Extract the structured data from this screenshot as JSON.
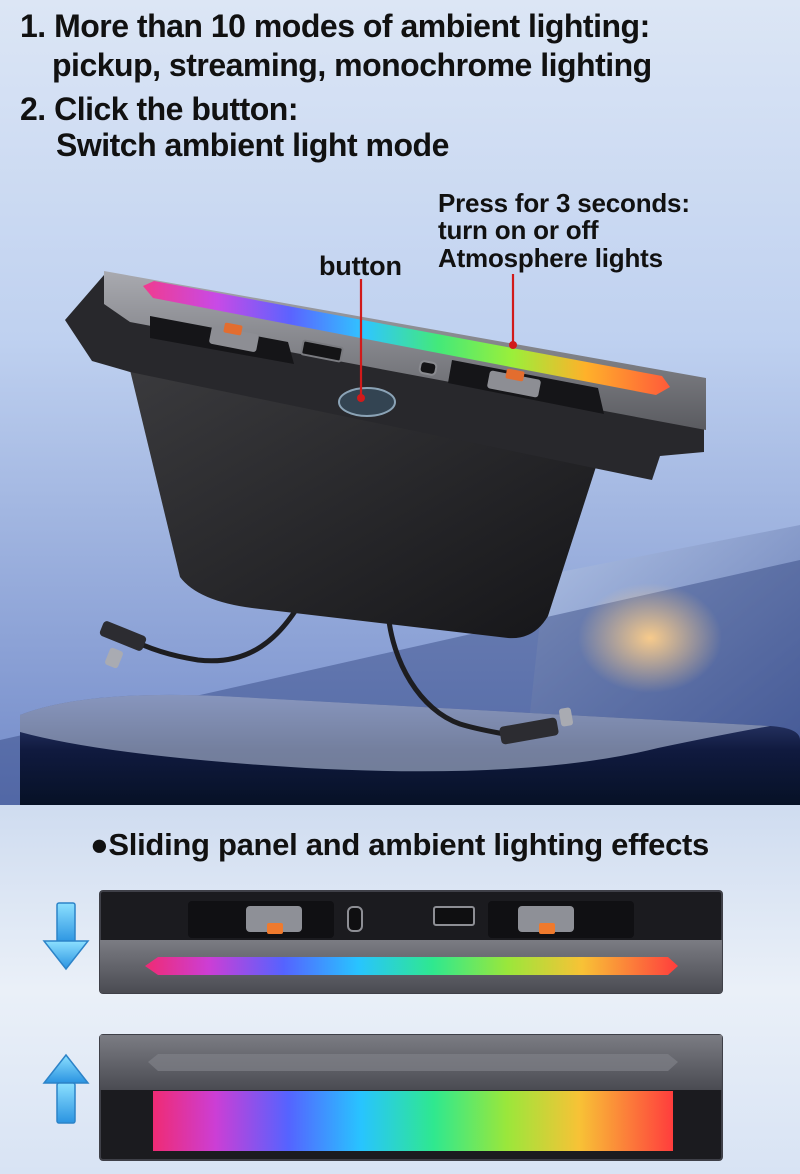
{
  "intro": {
    "line_1": "1. More than 10 modes of ambient lighting:",
    "line_1_cont": "pickup, streaming, monochrome lighting",
    "line_2": "2. Click the button:",
    "line_2_cont": "Switch ambient light mode"
  },
  "callouts": {
    "button_label": "button",
    "press_line_1": "Press for 3 seconds:",
    "press_line_2": "turn on or off",
    "press_line_3": "Atmosphere lights"
  },
  "bottom": {
    "title": "●Sliding panel and ambient lighting effects"
  },
  "icons": {
    "down": "arrow-down-icon",
    "up": "arrow-up-icon"
  },
  "colors": {
    "headline": "#111111",
    "callout_line": "#d11a1a",
    "arrow": "#46b6f0"
  }
}
